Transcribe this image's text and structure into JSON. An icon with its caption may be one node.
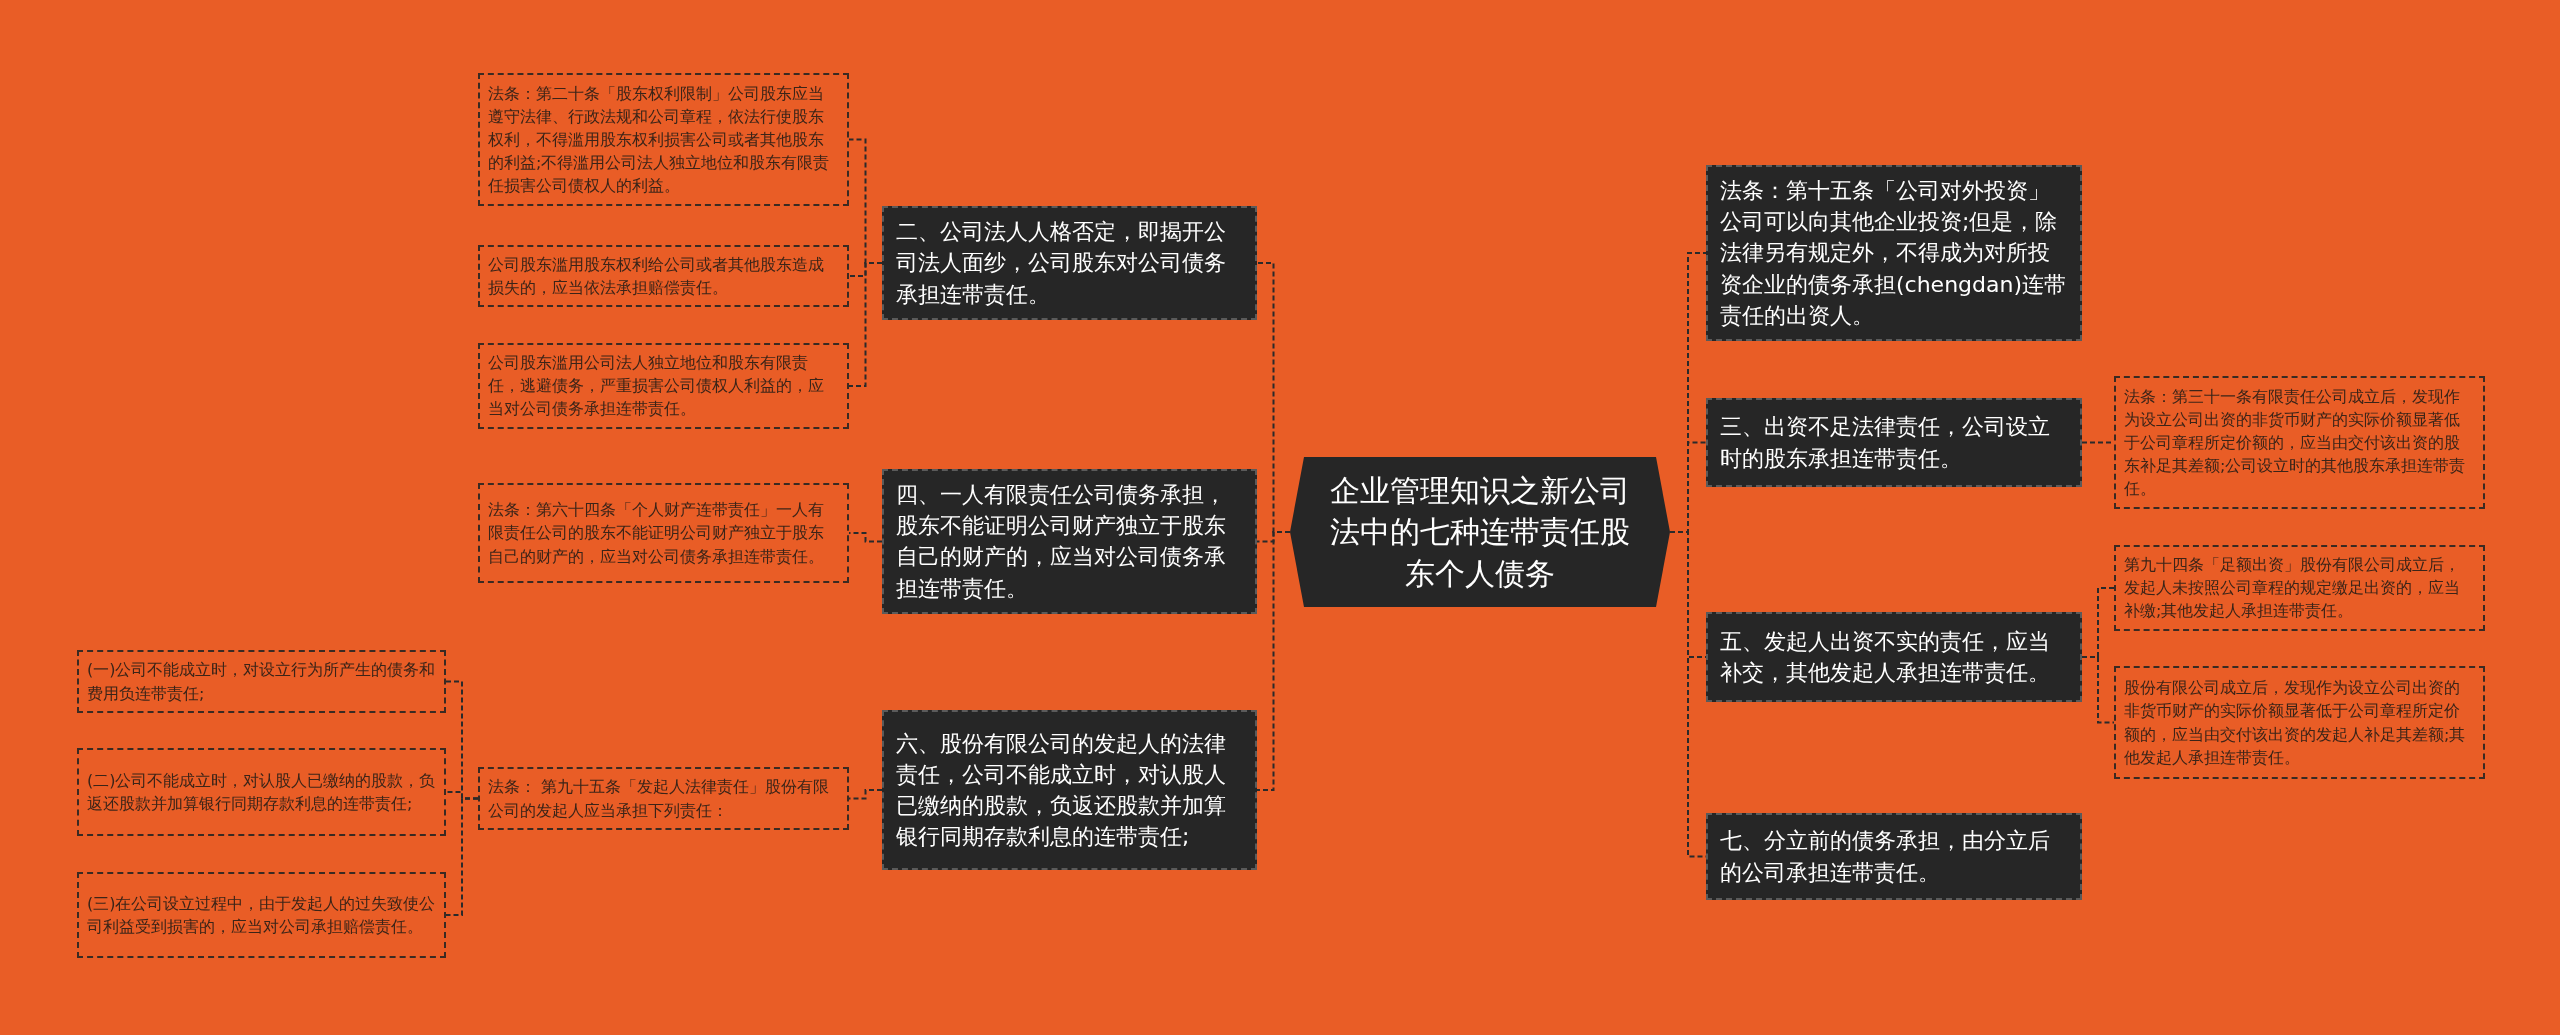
{
  "diagram": {
    "nodes": [
      {
        "text": [
          "企业管理知识之新公司法中的七种连带责任股东个人债务"
        ]
      },
      {
        "text": [
          "二、公司法人人格否定，即揭开公司法人面纱，公司股东对公司债务承担连带责任。"
        ]
      },
      {
        "text": [
          "法条：第二十条「股东权利限制」公司股东应当遵守法律、行政法规和公司章程，依法行使股东权利，不得滥用股东权利损害公司或者其他股东的利益;不得滥用公司法人独立地位和股东有限责任损害公司债权人的利益。"
        ]
      },
      {
        "text": [
          "公司股东滥用股东权利给公司或者其他股东造成损失的，应当依法承担赔偿责任。"
        ]
      },
      {
        "text": [
          "公司股东滥用公司法人独立地位和股东有限责任，逃避债务，严重损害公司债权人利益的，应当对公司债务承担连带责任。"
        ]
      },
      {
        "text": [
          "四、一人有限责任公司债务承担，股东不能证明公司财产独立于股东自己的财产的，应当对公司债务承担连带责任。"
        ]
      },
      {
        "text": [
          "法条：第六十四条「个人财产连带责任」一人有限责任公司的股东不能证明公司财产独立于股东自己的财产的，应当对公司债务承担连带责任。"
        ]
      },
      {
        "text": [
          "六、股份有限公司的发起人的法律责任，公司不能成立时，对认股人已缴纳的股款，负返还股款并加算银行同期存款利息的连带责任;"
        ]
      },
      {
        "text": [
          "法条： 第九十五条「发起人法律责任」股份有限公司的发起人应当承担下列责任："
        ]
      },
      {
        "text": [
          "(一)公司不能成立时，对设立行为所产生的债务和费用负连带责任;"
        ]
      },
      {
        "text": [
          "(二)公司不能成立时，对认股人已缴纳的股款，负返还股款并加算银行同期存款利息的连带责任;"
        ]
      },
      {
        "text": [
          "(三)在公司设立过程中，由于发起人的过失致使公司利益受到损害的，应当对公司承担赔偿责任。"
        ]
      },
      {
        "text": [
          "法条：第十五条「公司对外投资」公司可以向其他企业投资;但是，除法律另有规定外，不得成为对所投资企业的债务承担(chengdan)连带责任的出资人。"
        ]
      },
      {
        "text": [
          "三、出资不足法律责任，公司设立时的股东承担连带责任。"
        ]
      },
      {
        "text": [
          "法条：第三十一条有限责任公司成立后，发现作为设立公司出资的非货币财产的实际价额显著低于公司章程所定价额的，应当由交付该出资的股东补足其差额;公司设立时的其他股东承担连带责任。"
        ]
      },
      {
        "text": [
          "五、发起人出资不实的责任，应当补交，其他发起人承担连带责任。"
        ]
      },
      {
        "text": [
          "第九十四条「足额出资」股份有限公司成立后，发起人未按照公司章程的规定缴足出资的，应当补缴;其他发起人承担连带责任。"
        ]
      },
      {
        "text": [
          "股份有限公司成立后，发现作为设立公司出资的非货币财产的实际价额显著低于公司章程所定价额的，应当由交付该出资的发起人补足其差额;其他发起人承担连带责任。"
        ]
      },
      {
        "text": [
          "七、分立前的债务承担，由分立后的公司承担连带责任。"
        ]
      }
    ],
    "edges": [
      {
        "from": 0,
        "to": 1,
        "arrow": "none"
      },
      {
        "from": 1,
        "to": 2,
        "arrow": "none"
      },
      {
        "from": 1,
        "to": 3,
        "arrow": "none"
      },
      {
        "from": 1,
        "to": 4,
        "arrow": "none"
      },
      {
        "from": 0,
        "to": 5,
        "arrow": "none"
      },
      {
        "from": 5,
        "to": 6,
        "arrow": "none"
      },
      {
        "from": 0,
        "to": 7,
        "arrow": "none"
      },
      {
        "from": 7,
        "to": 8,
        "arrow": "none"
      },
      {
        "from": 8,
        "to": 9,
        "arrow": "none"
      },
      {
        "from": 8,
        "to": 10,
        "arrow": "none"
      },
      {
        "from": 8,
        "to": 11,
        "arrow": "none"
      },
      {
        "from": 0,
        "to": 12,
        "arrow": "none"
      },
      {
        "from": 0,
        "to": 13,
        "arrow": "none"
      },
      {
        "from": 13,
        "to": 14,
        "arrow": "none"
      },
      {
        "from": 0,
        "to": 15,
        "arrow": "none"
      },
      {
        "from": 15,
        "to": 16,
        "arrow": "none"
      },
      {
        "from": 15,
        "to": 17,
        "arrow": "none"
      },
      {
        "from": 0,
        "to": 18,
        "arrow": "none"
      }
    ]
  }
}
